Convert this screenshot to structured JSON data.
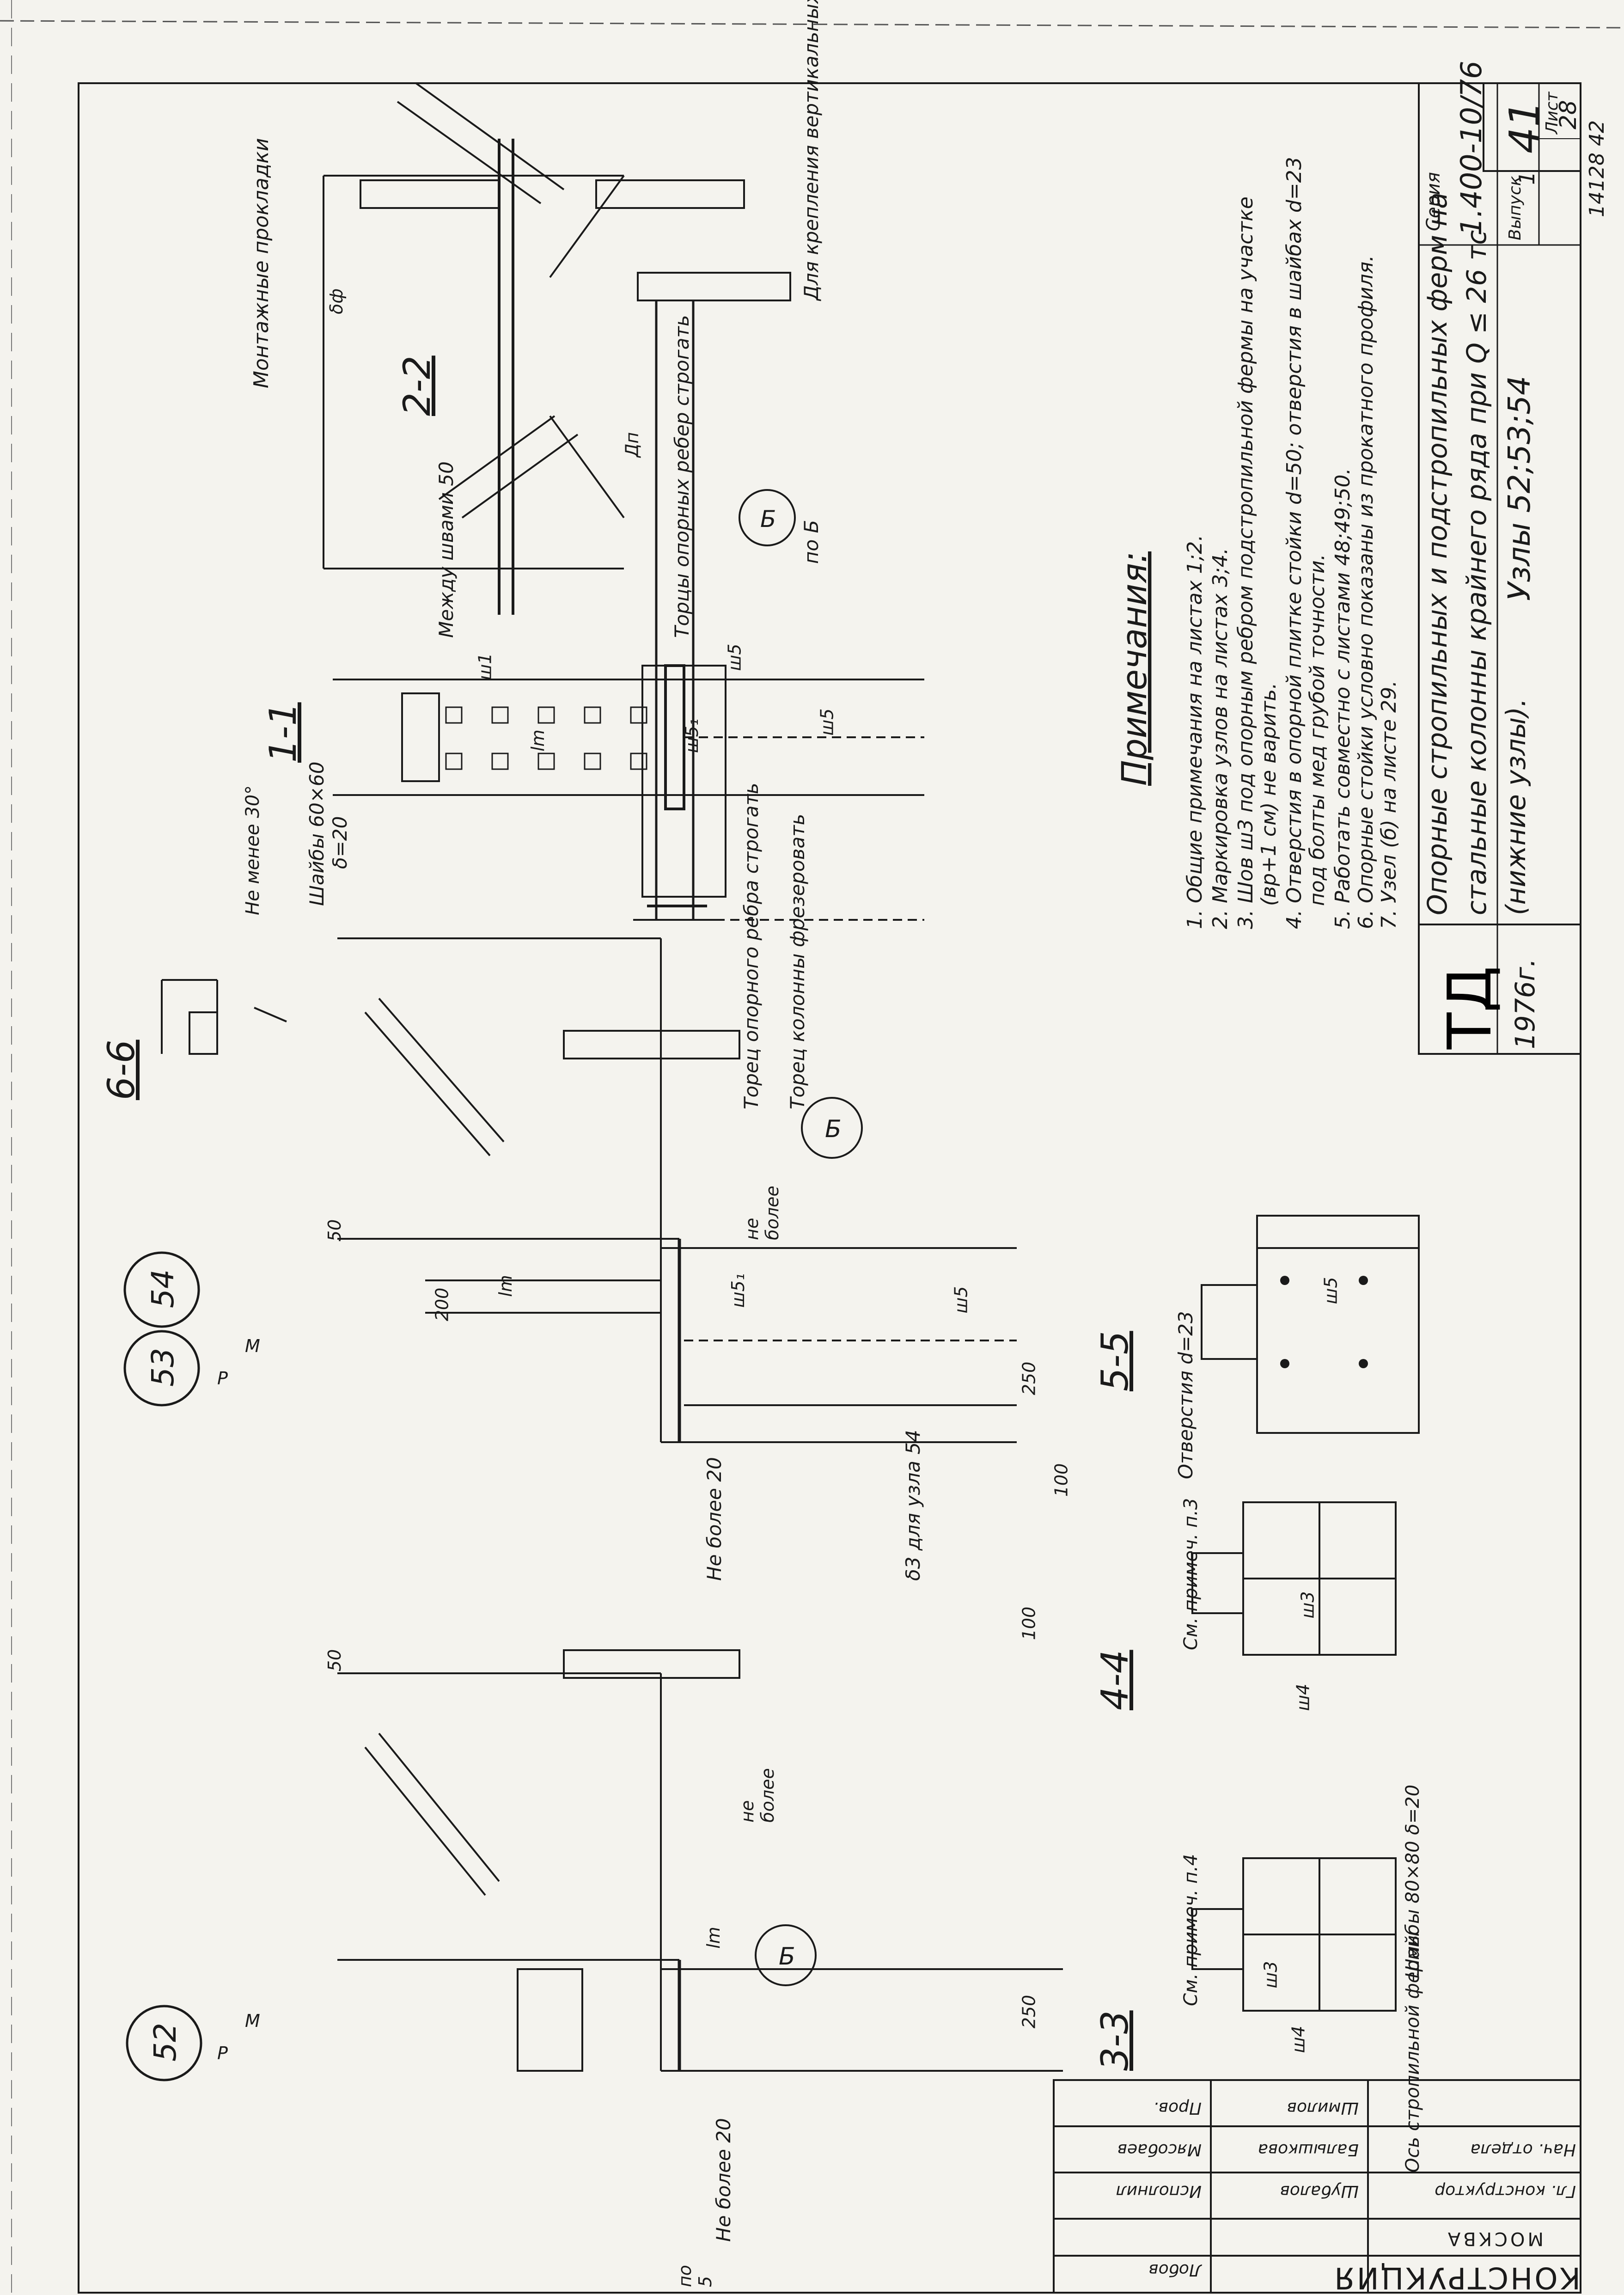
{
  "sheet": {
    "page_number": "41",
    "corner_note": "14128 42",
    "series_label": "Серия",
    "series_value": "1.400-10/76",
    "issue_label": "Выпуск",
    "issue_value": "1",
    "sheet_label": "Лист",
    "sheet_value": "28",
    "org": "ТД",
    "year": "1976г.",
    "title_line1": "Опорные стропильных и подстропильных ферм на",
    "title_line2": "стальные колонны крайнего ряда при Q ≤ 26 тс",
    "title_line3": "(нижние узлы).",
    "title_nodes": "Узлы 52;53;54"
  },
  "notes": {
    "heading": "Примечания:",
    "items": [
      "1. Общие примечания на листах 1;2.",
      "2. Маркировка узлов на листах 3;4.",
      "3. Шов ш3 под опорным ребром подстропильной фермы на участке",
      "(вр+1 см) не варить.",
      "4. Отверстия в опорной плитке стойки d=50; отверстия в шайбах d=23",
      "под болты мед грубой точности.",
      "5. Работать совместно с листами 48;49;50.",
      "6. Опорные стойки условно показаны из прокатного профиля.",
      "7. Узел (б) на листе 29."
    ]
  },
  "views": {
    "node_52": "52",
    "node_53": "53",
    "node_54": "54",
    "sec_22": "2-2",
    "sec_11": "1-1",
    "sec_66": "6-6",
    "sec_33": "3-3",
    "sec_44": "4-4",
    "sec_55": "5-5"
  },
  "labels": {
    "montazh": "Монтажные прокладки",
    "bf": "δф",
    "dp": "Дп",
    "lm": "lm",
    "between_welds": "Между швами 50",
    "for_brace": "Для крепления вертикальных связей",
    "tortsy": "Торцы опорных ребер строгать",
    "po_b": "по Б",
    "shayby_60": "Шайбы 60×60",
    "d20": "δ=20",
    "ne_menee_30": "Не менее 30°",
    "torets_rebra": "Торец опорного ребра строгать",
    "torets_kolonny": "Торец колонны фрезеровать",
    "ne_bolee": "не более",
    "ne_bolee_20": "Не более 20",
    "b3_dlya": "δ3 для узла 54",
    "otverstiya": "Отверстия d=23",
    "sm_primech_3": "См. примеч. п.3",
    "sm_primech_4": "См. примеч. п.4",
    "shayby_80": "Шайбы 80×80 δ=20",
    "os_stropilnoy": "Ось стропильной фермы",
    "po5": "по 5",
    "dim_250": "250",
    "dim_100": "100",
    "dim_200": "200",
    "dim_50": "50",
    "sh1": "ш1",
    "sh3": "ш3",
    "sh4": "ш4",
    "sh5": "ш5",
    "sh5_1": "ш5₁",
    "b": "Б",
    "M": "M",
    "P": "P"
  },
  "stamp": {
    "org_name": "КОНСТРУКЦИЯ",
    "city": "МОСКВА",
    "rows": [
      [
        "Гл. конструктор",
        "Шубалов"
      ],
      [
        "Нач. отдела",
        "Балышкова"
      ],
      [
        "",
        "Шмилов"
      ],
      [
        "Исполнил",
        "Мясобаев"
      ],
      [
        "Пров.",
        "Лобов"
      ]
    ]
  }
}
